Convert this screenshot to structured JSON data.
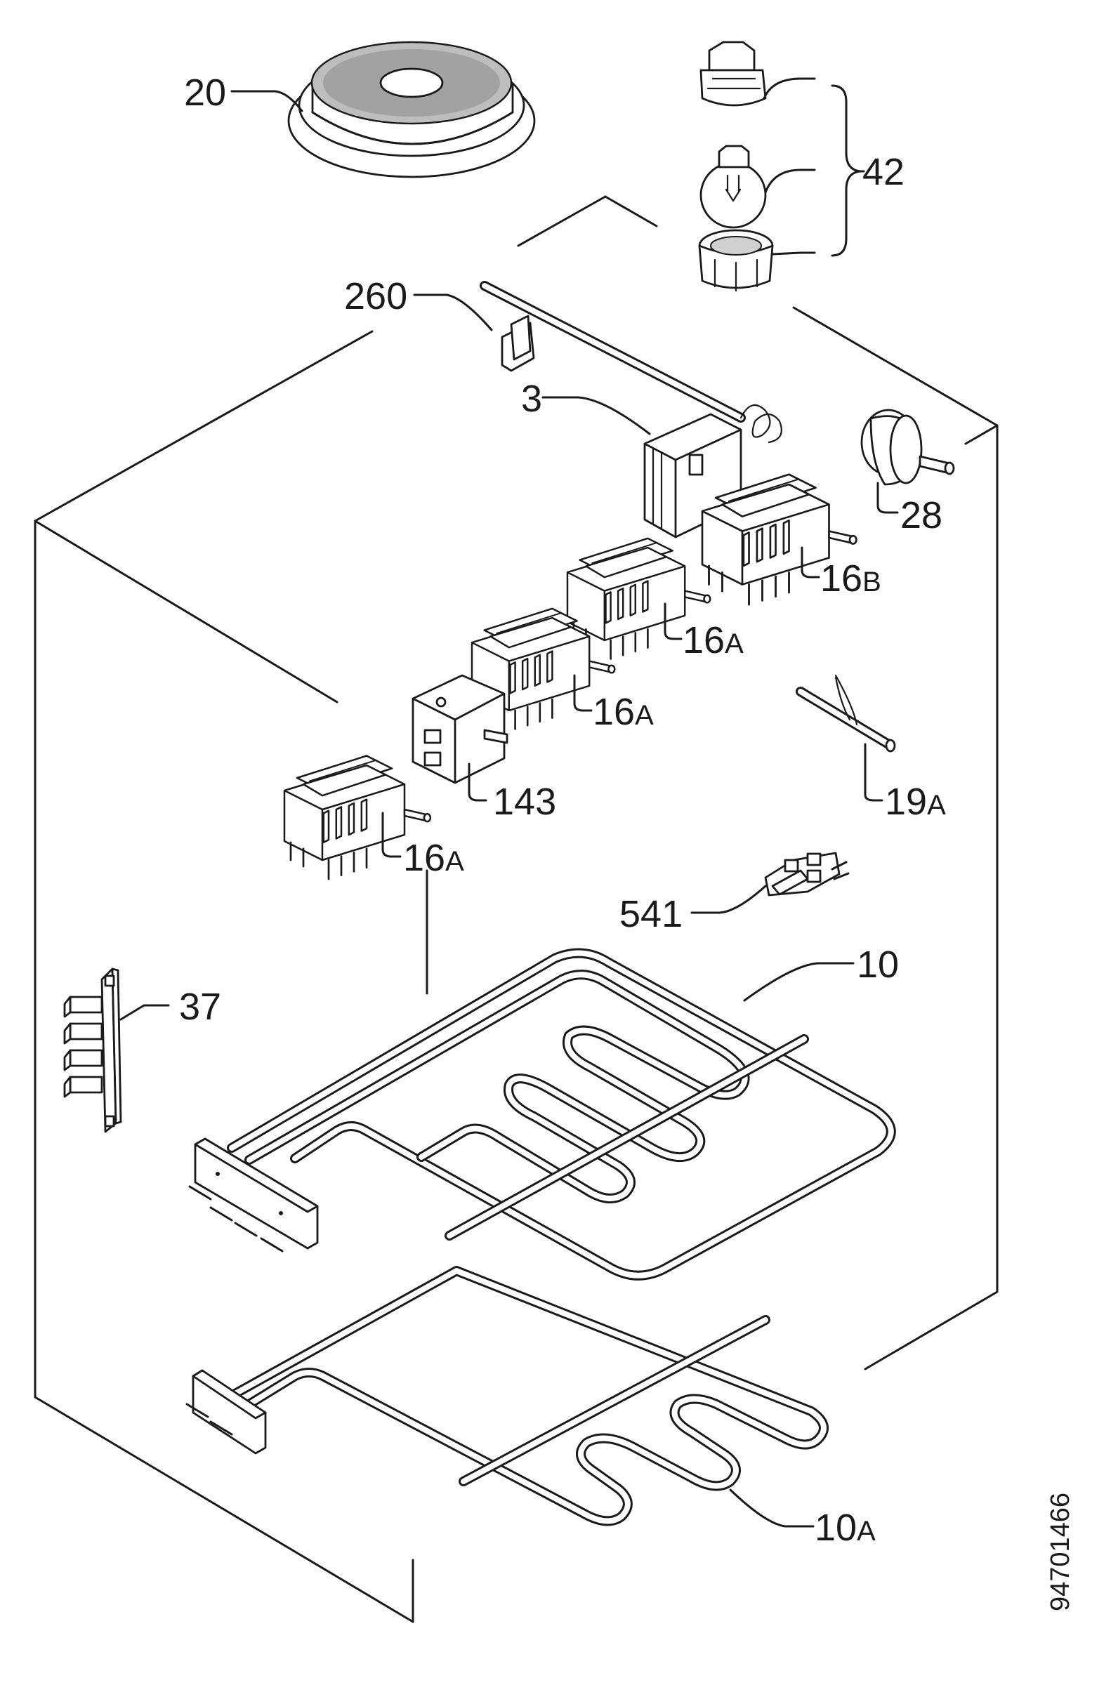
{
  "parts": [
    {
      "id": "p20",
      "label": "20"
    },
    {
      "id": "p42",
      "label": "42"
    },
    {
      "id": "p260",
      "label": "260"
    },
    {
      "id": "p3",
      "label": "3"
    },
    {
      "id": "p28",
      "label": "28"
    },
    {
      "id": "p16b",
      "label": "16",
      "suffix": "B"
    },
    {
      "id": "p16a1",
      "label": "16",
      "suffix": "A"
    },
    {
      "id": "p16a2",
      "label": "16",
      "suffix": "A"
    },
    {
      "id": "p143",
      "label": "143"
    },
    {
      "id": "p19a",
      "label": "19",
      "suffix": "A"
    },
    {
      "id": "p16a3",
      "label": "16",
      "suffix": "A"
    },
    {
      "id": "p541",
      "label": "541"
    },
    {
      "id": "p10",
      "label": "10"
    },
    {
      "id": "p37",
      "label": "37"
    },
    {
      "id": "p10a",
      "label": "10",
      "suffix": "A"
    }
  ],
  "document_number": "94701466"
}
